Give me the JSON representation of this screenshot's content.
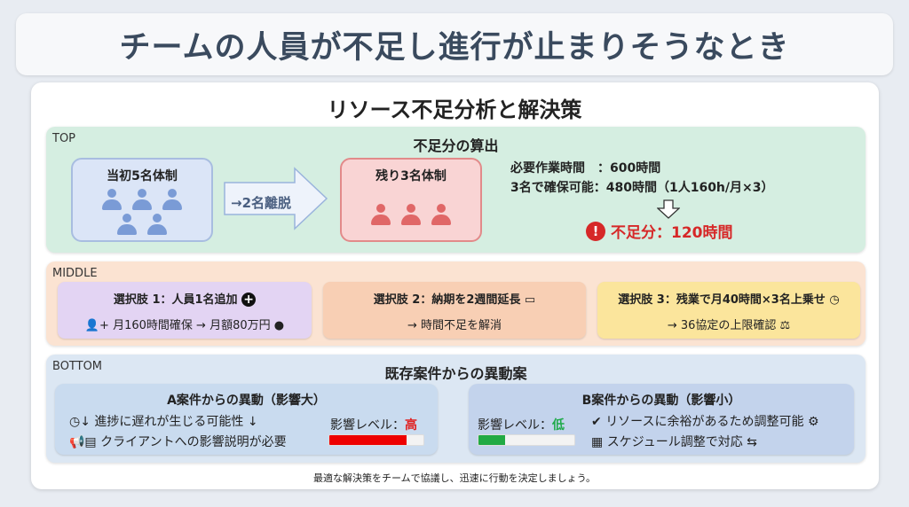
{
  "title": "チームの人員が不足し進行が止まりそうなとき",
  "subtitle": "リソース不足分析と解決策",
  "top": {
    "label": "TOP",
    "heading": "不足分の算出",
    "initial": {
      "label": "当初5名体制",
      "count": 5
    },
    "transition": "→2名離脱",
    "remaining": {
      "label": "残り3名体制",
      "count": 3
    },
    "required": "必要作業時間　：600時間",
    "available": "3名で確保可能：480時間（1人160h/月×3）",
    "shortage": "不足分：120時間"
  },
  "middle": {
    "label": "MIDDLE",
    "options": [
      {
        "title": "選択肢 1：人員1名追加",
        "detail": "月160時間確保 → 月額80万円"
      },
      {
        "title": "選択肢 2：納期を2週間延長",
        "detail": "→ 時間不足を解消"
      },
      {
        "title": "選択肢 3：残業で月40時間×3名上乗せ",
        "detail": "→ 36協定の上限確認"
      }
    ]
  },
  "bottom": {
    "label": "BOTTOM",
    "heading": "既存案件からの異動案",
    "a": {
      "title": "A案件からの異動（影響大）",
      "line1": "進捗に遅れが生じる可能性",
      "line2": "クライアントへの影響説明が必要",
      "level_label": "影響レベル：",
      "level": "高",
      "level_pct": 82
    },
    "b": {
      "title": "B案件からの異動（影響小）",
      "line1": "リソースに余裕があるため調整可能",
      "line2": "スケジュール調整で対応",
      "level_label": "影響レベル：",
      "level": "低",
      "level_pct": 28
    }
  },
  "footer": "最適な解決策をチームで協議し、迅速に行動を決定しましょう。",
  "colors": {
    "red": "#e02020",
    "green": "#1faa4a",
    "bar_red": "#ee0000",
    "bar_green": "#22aa44"
  }
}
